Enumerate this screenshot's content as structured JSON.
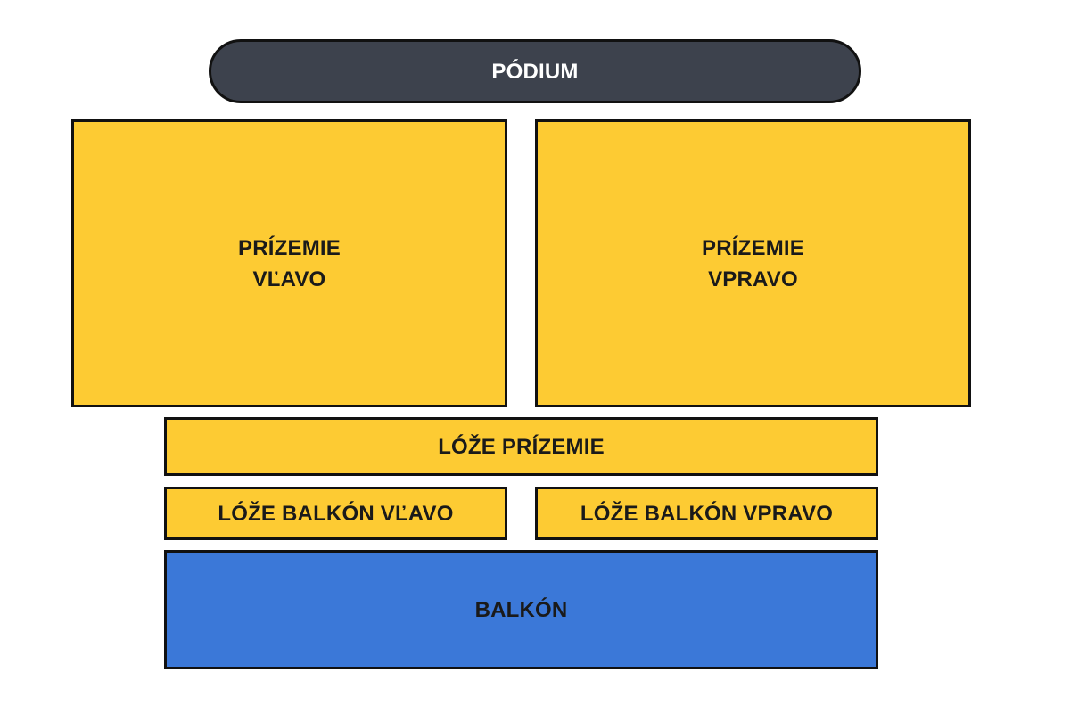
{
  "colors": {
    "stage": "#3d424d",
    "ground_floor": "#fdcb33",
    "boxes": "#fdcb33",
    "balcony": "#3b78d8",
    "outline": "#111111",
    "stage_text": "#ffffff",
    "zone_text": "#1a1a1a"
  },
  "stage": {
    "label": "PÓDIUM"
  },
  "ground_left": {
    "line1": "PRÍZEMIE",
    "line2": "VĽAVO"
  },
  "ground_right": {
    "line1": "PRÍZEMIE",
    "line2": "VPRAVO"
  },
  "box_ground": {
    "label": "LÓŽE PRÍZEMIE"
  },
  "box_balcony_left": {
    "label": "LÓŽE BALKÓN VĽAVO"
  },
  "box_balcony_right": {
    "label": "LÓŽE BALKÓN VPRAVO"
  },
  "balcony": {
    "label": "BALKÓN"
  }
}
